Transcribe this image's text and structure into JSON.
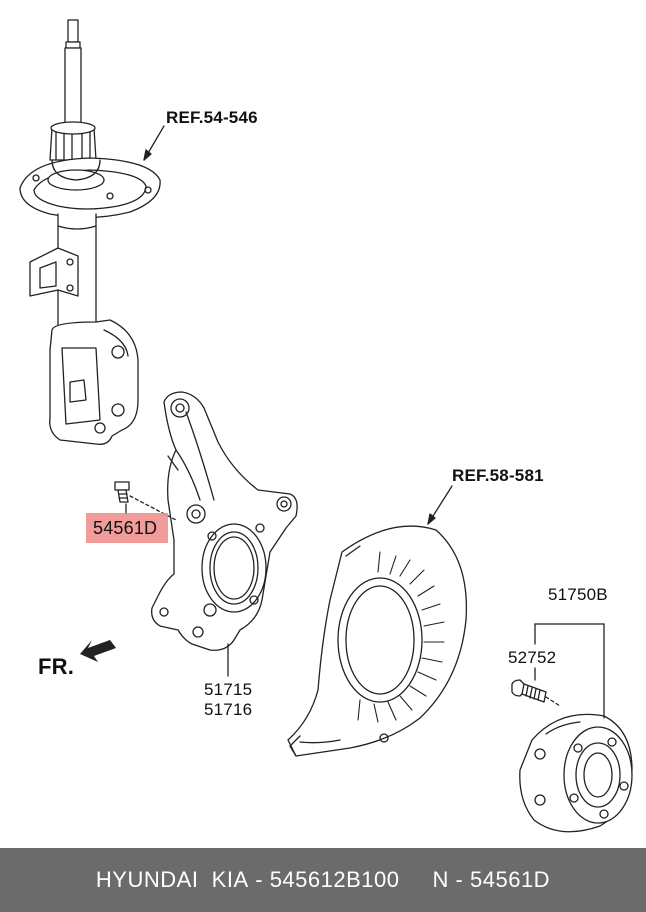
{
  "labels": {
    "ref_strut": "REF.54-546",
    "ref_shield": "REF.58-581",
    "bolt_part": "54561D",
    "knuckle_a": "51715",
    "knuckle_b": "51716",
    "hub_assy": "51750B",
    "hub_bolt": "52752",
    "front": "FR."
  },
  "footer": {
    "brand": "HYUNDAI  KIA",
    "sep1": " - ",
    "part_number": "545612B100",
    "gap": "     ",
    "n_prefix": "N - ",
    "n_code": "54561D"
  },
  "colors": {
    "line": "#222222",
    "highlight": "#f08a8a",
    "footer_bg": "#6b6b6b",
    "footer_text": "#ffffff"
  }
}
